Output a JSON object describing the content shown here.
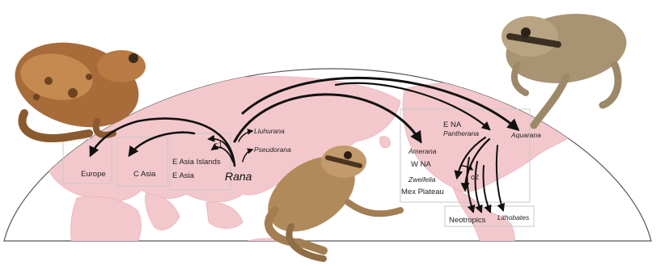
{
  "diagram": {
    "root": "Rana",
    "regions": {
      "europe": "Europe",
      "c_asia": "C Asia",
      "e_asia_islands": "E Asia Islands",
      "e_asia": "E Asia",
      "w_na": "W NA",
      "e_na": "E NA",
      "mex_plateau": "Mex Plateau",
      "neotropics": "Neotropics"
    },
    "clades": {
      "liuhurana": "Liuhurana",
      "pseudorana": "Pseudorana",
      "amerana": "Amerana",
      "pantherana": "Pantherana",
      "aquarana": "Aquarana",
      "zweifelia": "Zweifelia",
      "lithobates": "Lithobates"
    },
    "cluster_labels": {
      "c1": "c1",
      "c2": "c2"
    }
  },
  "colors": {
    "ocean": "#ffffff",
    "land": "#f3c8cc",
    "land_stroke": "#e9b2b8",
    "frame": "#555555",
    "arrow": "#111111"
  }
}
